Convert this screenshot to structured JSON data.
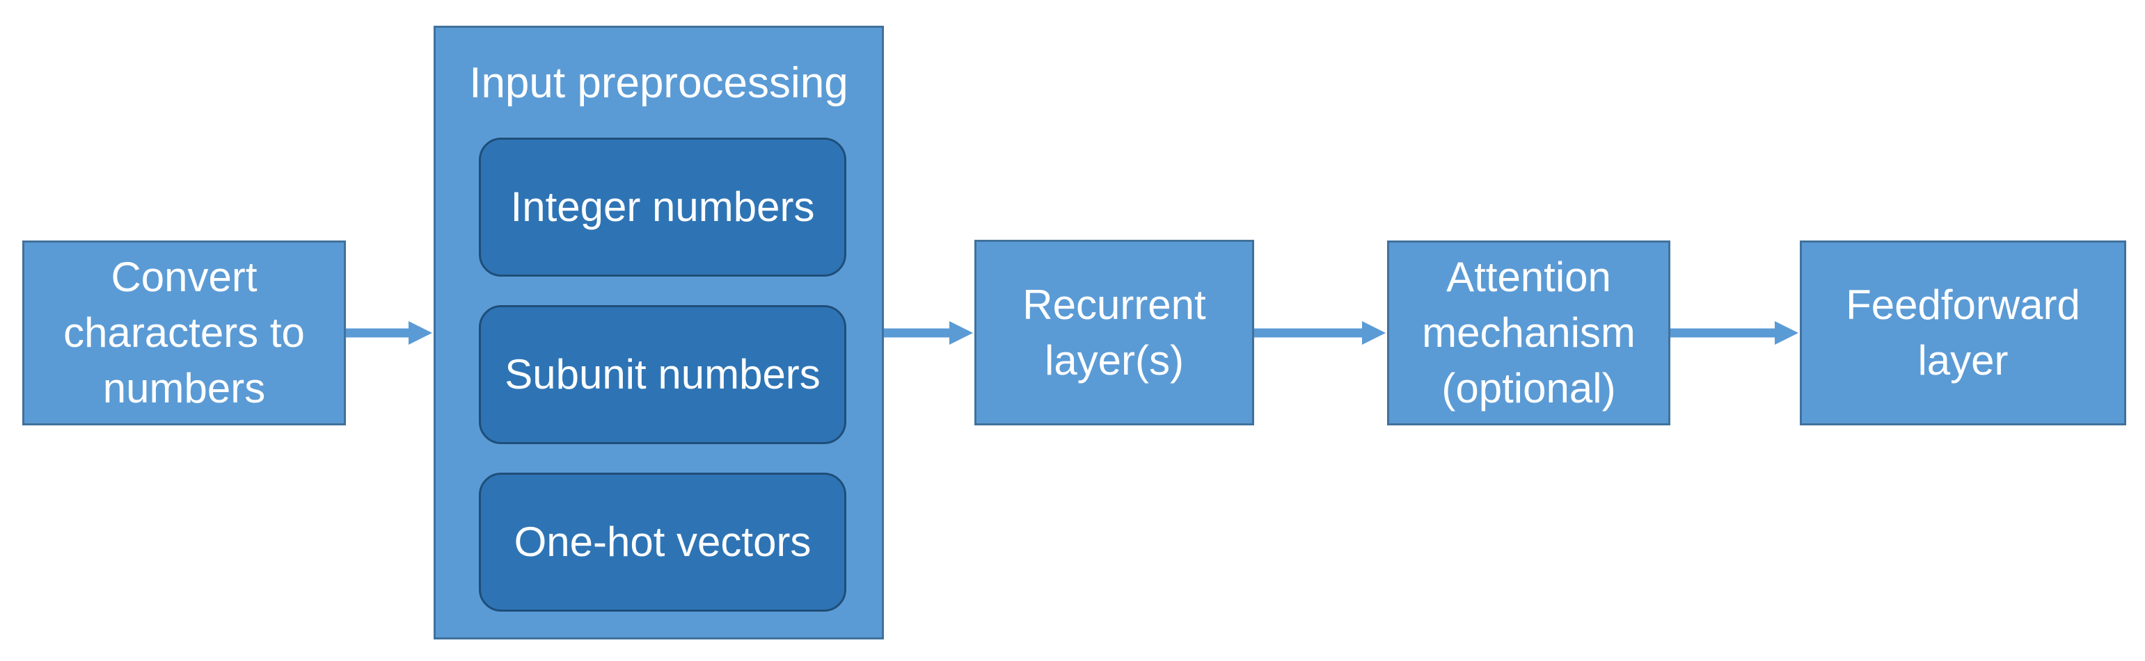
{
  "diagram": {
    "description": "Flowchart of a character-based neural network pipeline",
    "colors": {
      "background": "#ffffff",
      "node_fill": "#5b9bd5",
      "node_border": "#41719c",
      "subnode_fill": "#2e74b5",
      "subnode_border": "#1f4e79",
      "arrow": "#5b9bd5",
      "text": "#ffffff"
    },
    "nodes": [
      {
        "id": "convert-characters-to-numbers",
        "label": "Convert\ncharacters to\nnumbers"
      },
      {
        "id": "input-preprocessing",
        "title": "Input preprocessing",
        "children": [
          {
            "id": "integer-numbers",
            "label": "Integer numbers"
          },
          {
            "id": "subunit-numbers",
            "label": "Subunit numbers"
          },
          {
            "id": "one-hot-vectors",
            "label": "One-hot vectors"
          }
        ]
      },
      {
        "id": "recurrent-layers",
        "label": "Recurrent\nlayer(s)"
      },
      {
        "id": "attention-mechanism",
        "label": "Attention\nmechanism\n(optional)"
      },
      {
        "id": "feedforward-layer",
        "label": "Feedforward\nlayer"
      }
    ],
    "connections": [
      {
        "from": "convert-characters-to-numbers",
        "to": "input-preprocessing"
      },
      {
        "from": "input-preprocessing",
        "to": "recurrent-layers"
      },
      {
        "from": "recurrent-layers",
        "to": "attention-mechanism"
      },
      {
        "from": "attention-mechanism",
        "to": "feedforward-layer"
      }
    ]
  }
}
